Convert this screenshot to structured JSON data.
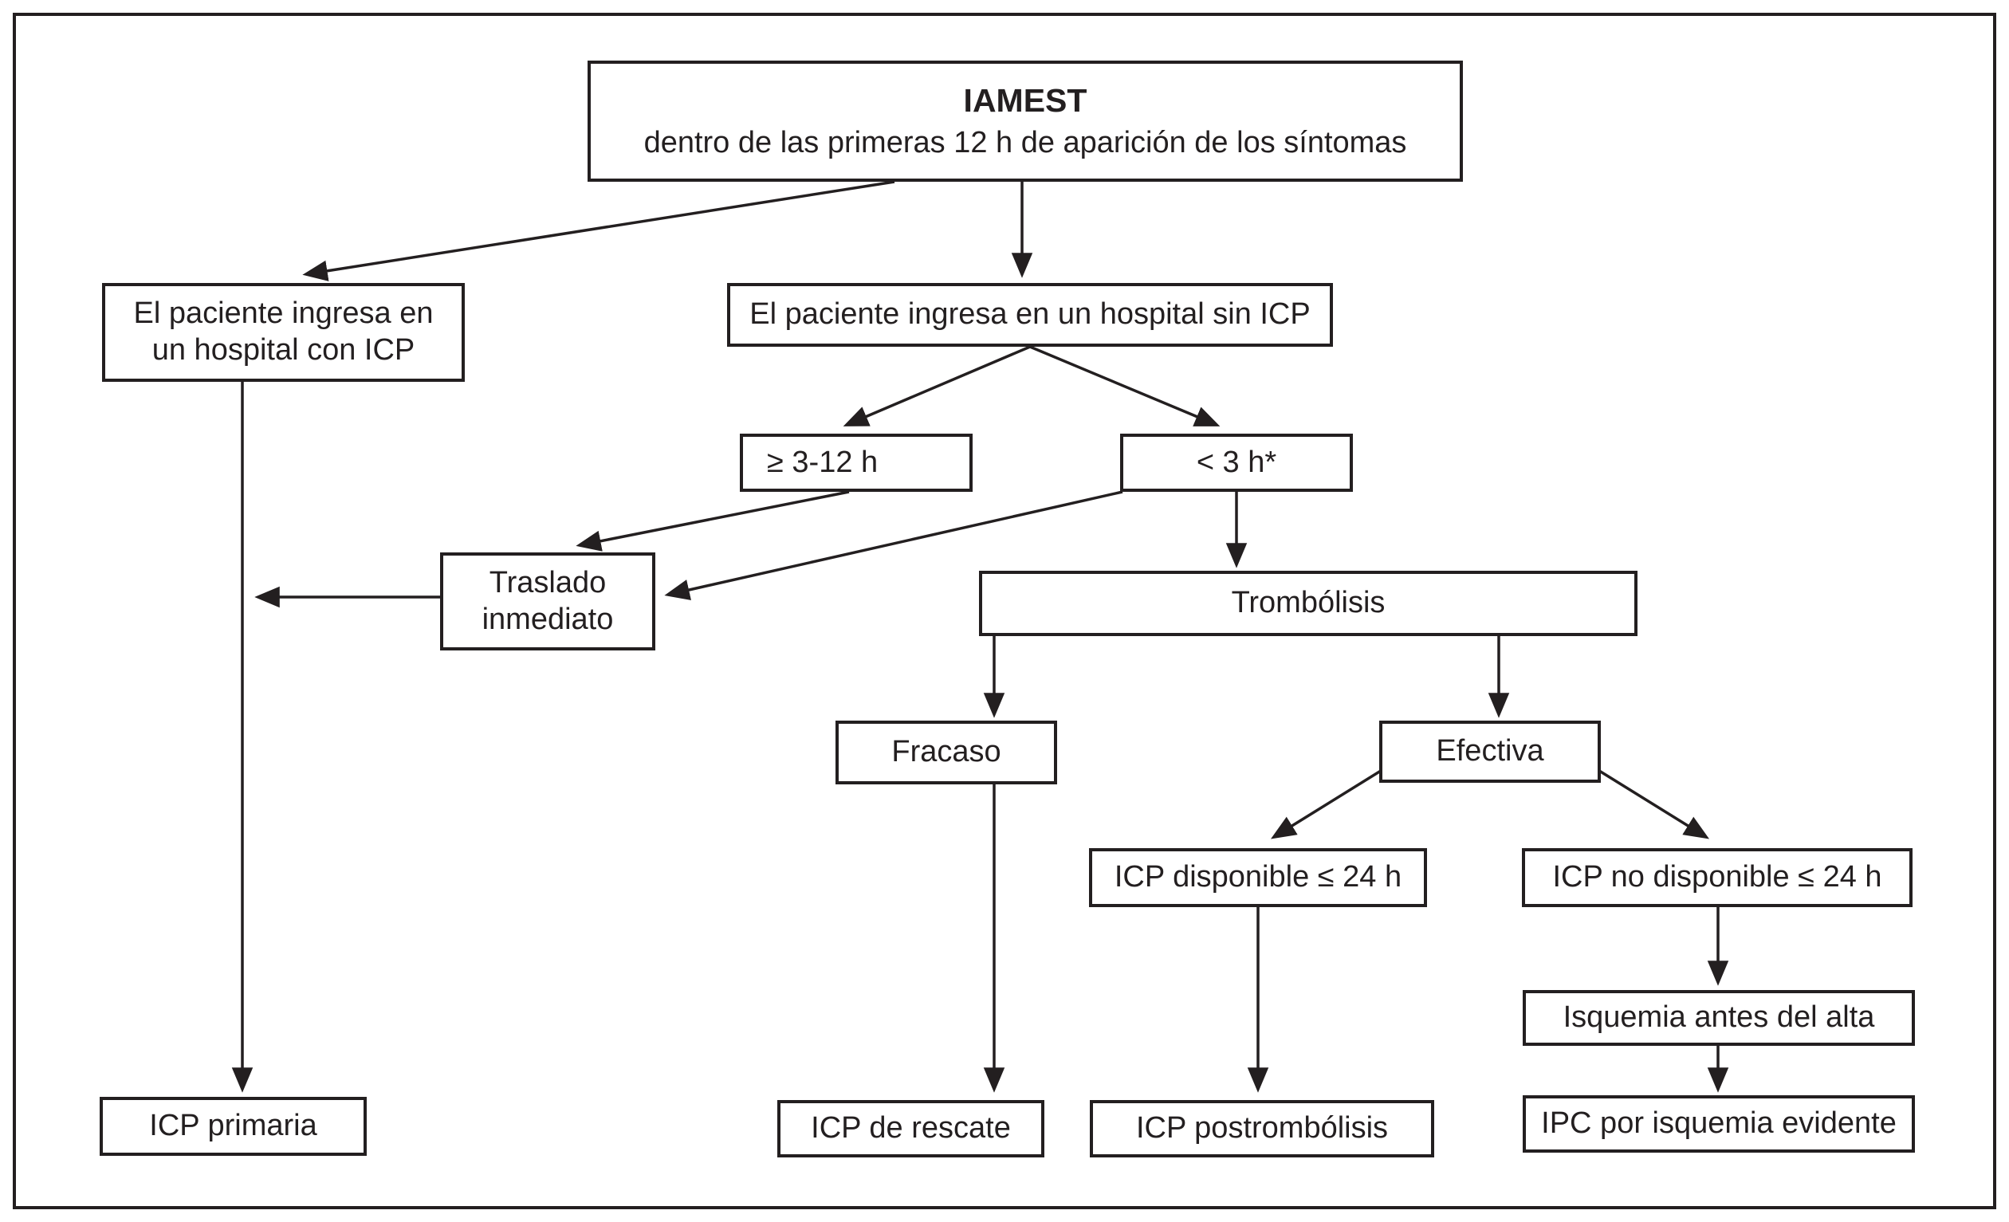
{
  "figure": {
    "type": "flowchart",
    "language": "es",
    "colors": {
      "ink": "#231f20",
      "background": "#ffffff"
    }
  },
  "nodes": {
    "iamest": {
      "title": "IAMEST",
      "subtitle": "dentro de las primeras 12 h de aparición de los síntomas"
    },
    "hospital_con_icp": {
      "line1": "El paciente ingresa en",
      "line2": "un hospital con ICP"
    },
    "hospital_sin_icp": {
      "label": "El paciente ingresa en un hospital sin ICP"
    },
    "mayor_3_12_h": {
      "label": "≥ 3-12 h"
    },
    "menor_3_h": {
      "label": "< 3 h*"
    },
    "traslado": {
      "line1": "Traslado",
      "line2": "inmediato"
    },
    "trombolisis": {
      "label": "Trombólisis"
    },
    "fracaso": {
      "label": "Fracaso"
    },
    "efectiva": {
      "label": "Efectiva"
    },
    "icp_disponible": {
      "label": "ICP disponible ≤ 24 h"
    },
    "icp_no_disponible": {
      "label": "ICP no disponible ≤ 24 h"
    },
    "isquemia_antes_alta": {
      "label": "Isquemia antes del alta"
    },
    "icp_primaria": {
      "label": "ICP primaria"
    },
    "icp_rescate": {
      "label": "ICP de rescate"
    },
    "icp_postrombolisis": {
      "label": "ICP postrombólisis"
    },
    "ipc_isquemia_evidente": {
      "label": "IPC por isquemia evidente"
    }
  }
}
